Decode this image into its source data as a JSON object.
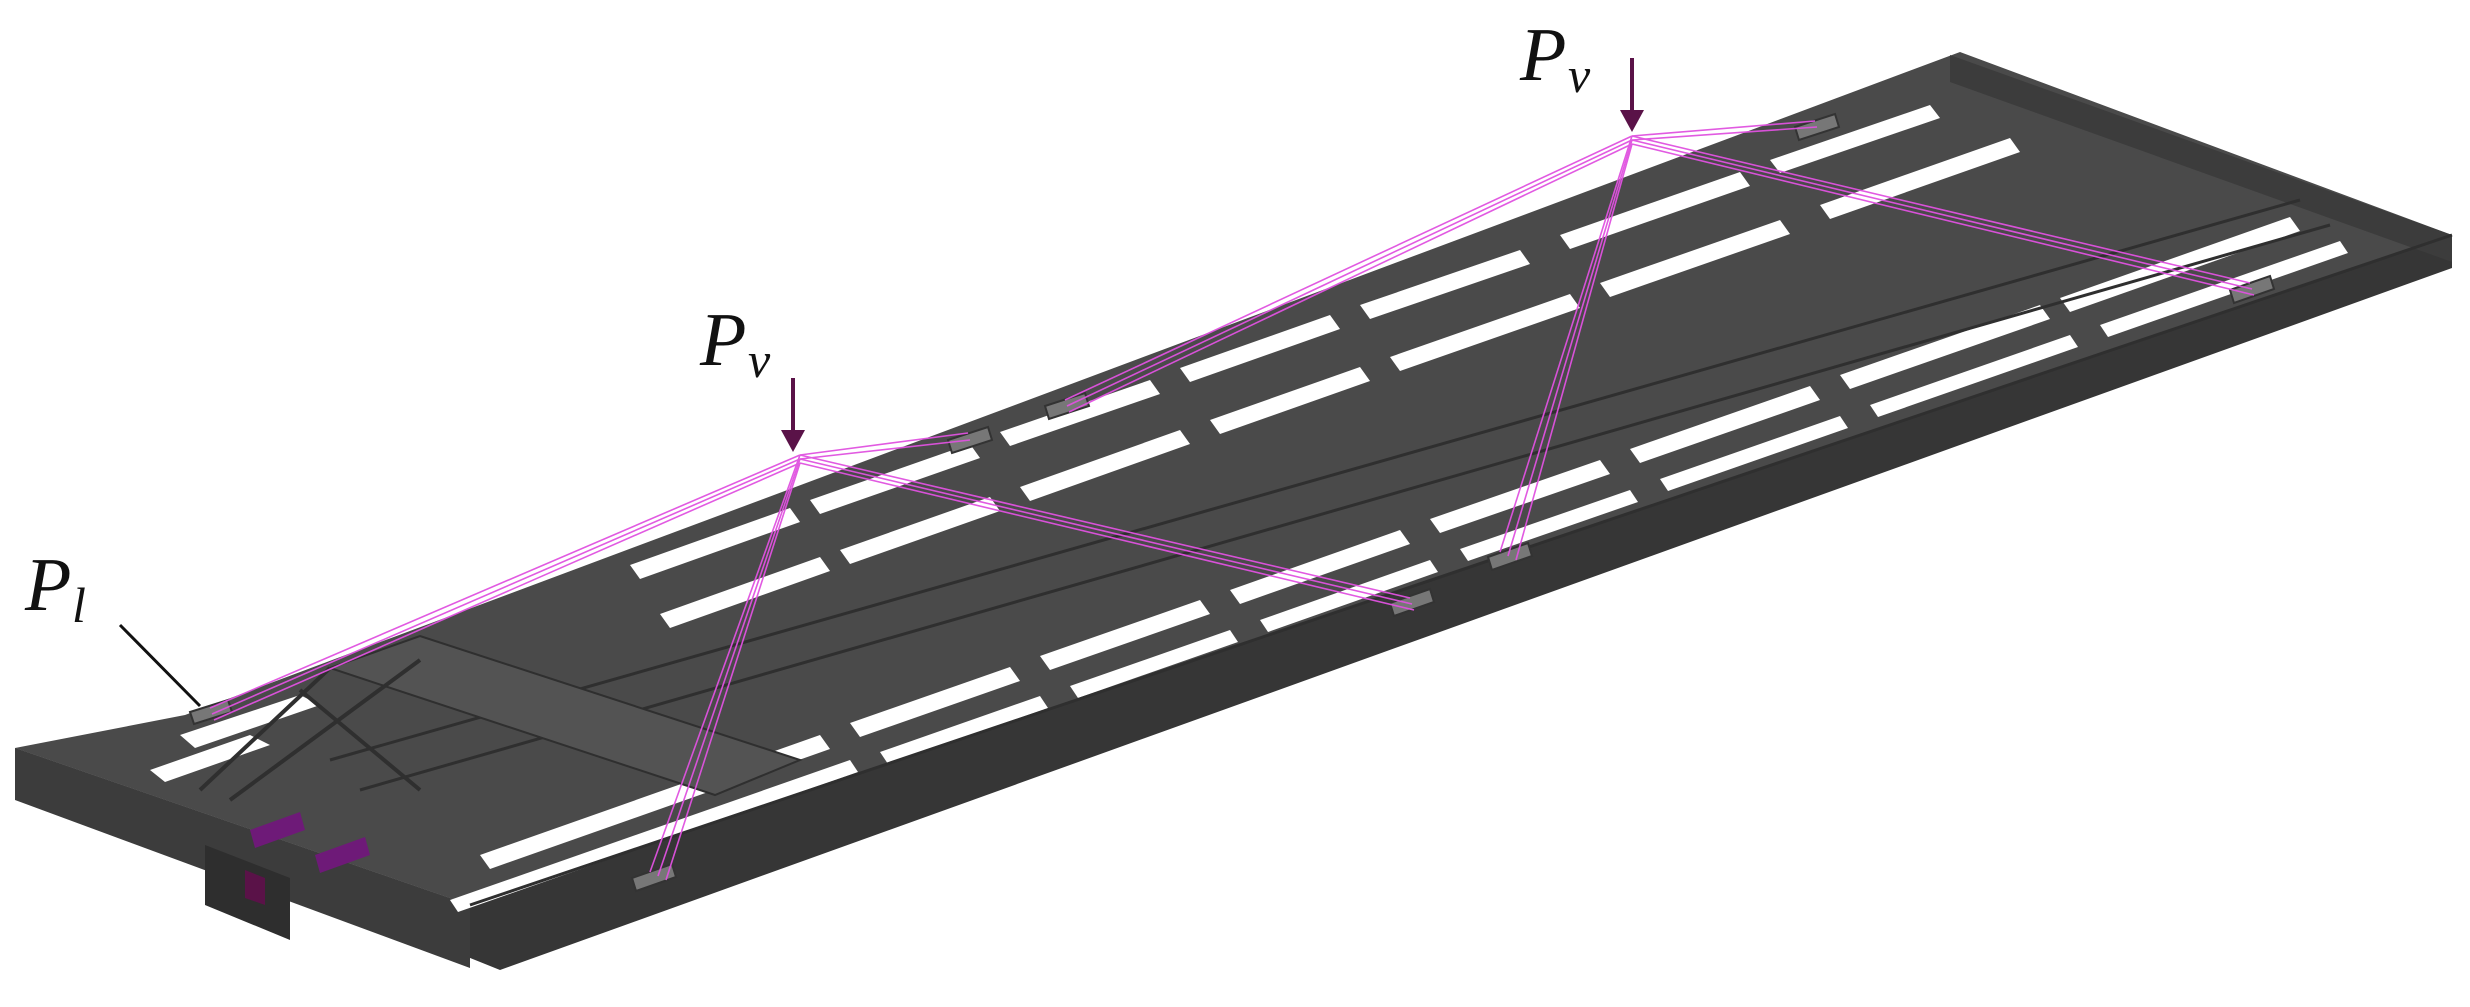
{
  "labels": {
    "load_left": {
      "main": "P",
      "sub": "v"
    },
    "load_right": {
      "main": "P",
      "sub": "v"
    },
    "load_long": {
      "main": "P",
      "sub": "l"
    }
  },
  "colors": {
    "frame": "#4a4a4a",
    "frame_dark": "#363636",
    "frame_edge": "#2a2a2a",
    "beam": "#535353",
    "gap": "#ffffff",
    "coupling": "#e052e0",
    "arrow": "#5a1248",
    "pad": "#777777",
    "bracket": "#6e1a78"
  }
}
